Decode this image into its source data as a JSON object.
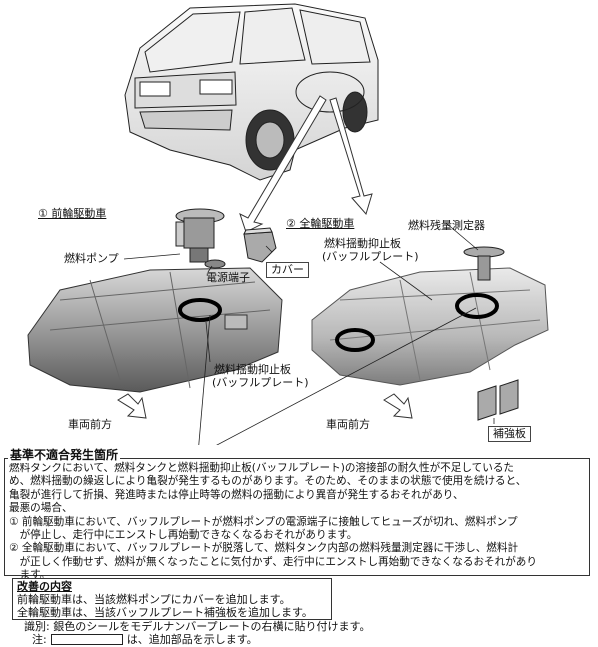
{
  "labels": {
    "front_drive": "① 前輪駆動車",
    "fuel_pump": "燃料ポンプ",
    "power_terminal": "電源端子",
    "cover": "カバー",
    "baffle_front": [
      "燃料揺動抑止板",
      "(バッフルプレート)"
    ],
    "vehicle_front_1": "車両前方",
    "four_wd": "② 全輪駆動車",
    "fuel_gauge": "燃料残量測定器",
    "baffle_4wd": [
      "燃料揺動抑止板",
      "(バッフルプレート)"
    ],
    "vehicle_front_2": "車両前方",
    "reinforcement": "補強板"
  },
  "defect": {
    "title": "基準不適合発生箇所",
    "lines": [
      "燃料タンクにおいて、燃料タンクと燃料揺動抑止板(バッフルプレート)の溶接部の耐久性が不足しているた",
      "め、燃料揺動の繰返しにより亀裂が発生するものがあります。そのため、そのままの状態で使用を続けると、",
      "亀裂が進行して折損、発進時または停止時等の燃料の揺動により異音が発生するおそれがあり、",
      "最悪の場合、",
      "① 前輪駆動車において、バッフルプレートが燃料ポンプの電源端子に接触してヒューズが切れ、燃料ポンプ",
      "　が停止し、走行中にエンストし再始動できなくなるおそれがあります。",
      "② 全輪駆動車において、バッフルプレートが脱落して、燃料タンク内部の燃料残量測定器に干渉し、燃料計",
      "　が正しく作動せず、燃料が無くなったことに気付かず、走行中にエンストし再始動できなくなるおそれがあり",
      "　ます。"
    ]
  },
  "improvement": {
    "title": "改善の内容",
    "lines": [
      "前輪駆動車は、当該燃料ポンプにカバーを追加します。",
      "全輪駆動車は、当該バッフルプレート補強板を追加します。"
    ]
  },
  "notes": {
    "id_line": "識別: 銀色のシールをモデルナンバープレートの右横に貼り付けます。",
    "note_prefix": "注:",
    "note_suffix": "は、追加部品を示します。"
  }
}
